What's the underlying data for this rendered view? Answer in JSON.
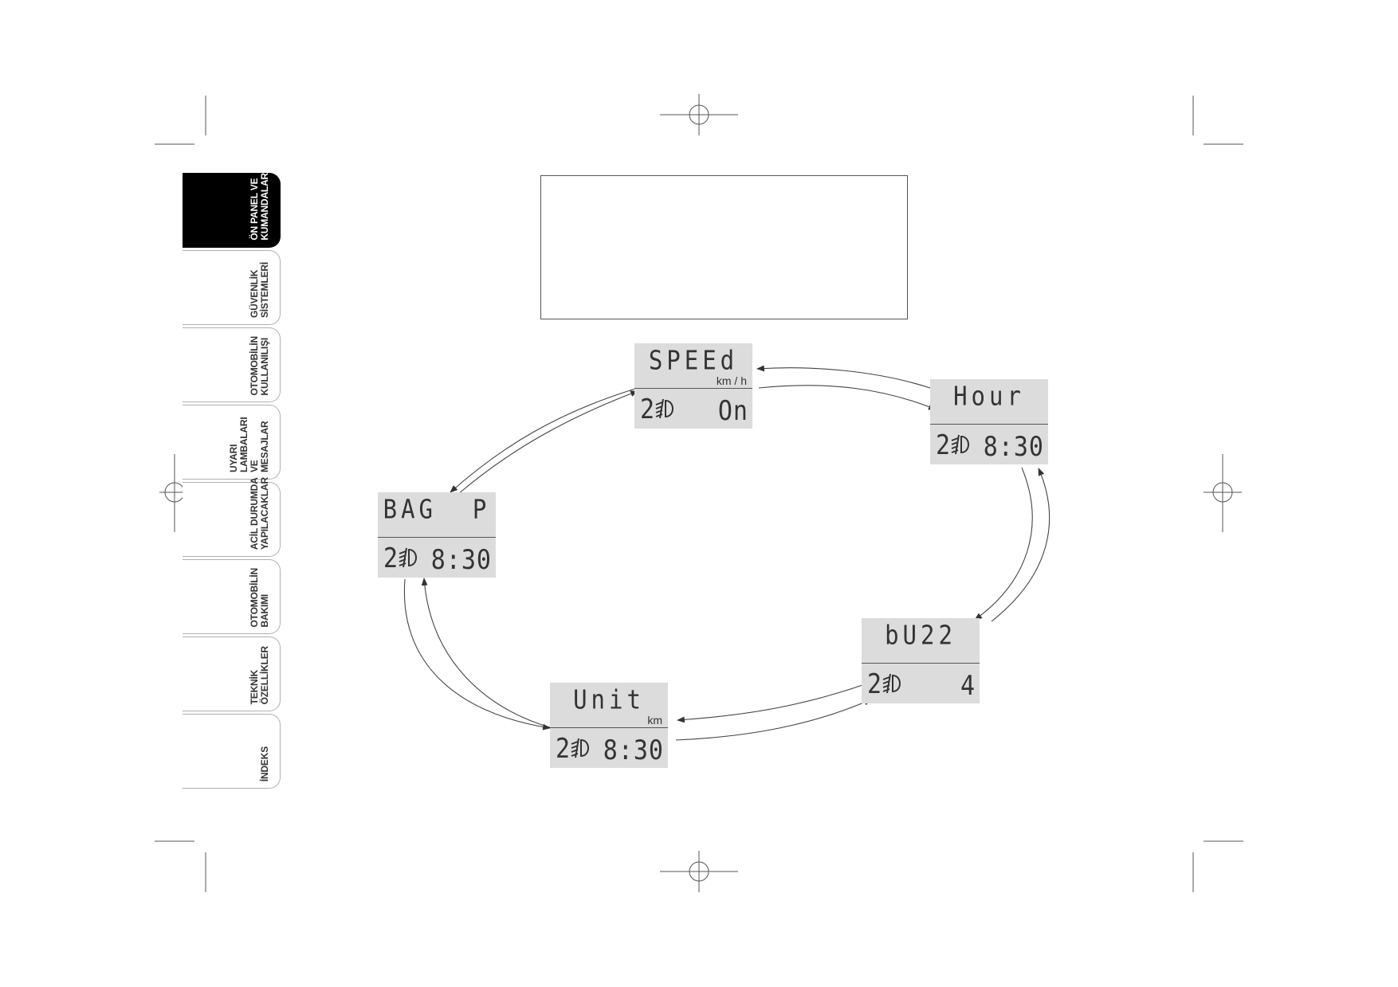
{
  "side_tabs": [
    {
      "label": "ÖN PANEL VE\nKUMANDALAR",
      "active": true
    },
    {
      "label": "GÜVENLİK\nSİSTEMLERİ",
      "active": false
    },
    {
      "label": "OTOMOBİLİN\nKULLANILIŞI",
      "active": false
    },
    {
      "label": "UYARI\nLAMBALARI VE\nMESAJLAR",
      "active": false
    },
    {
      "label": "ACİL DURUMDA\nYAPILACAKLAR",
      "active": false
    },
    {
      "label": "OTOMOBİLİN\nBAKIMI",
      "active": false
    },
    {
      "label": "TEKNİK\nÖZELLİKLER",
      "active": false
    },
    {
      "label": "İNDEKS",
      "active": false
    }
  ],
  "displays": {
    "speed": {
      "title": "SPEEd",
      "unit": "km / h",
      "gear": "2",
      "value": "On"
    },
    "hour": {
      "title": "Hour",
      "unit": "",
      "gear": "2",
      "value": "8:30"
    },
    "buzz": {
      "title": "bU22",
      "unit": "",
      "gear": "2",
      "value": "4"
    },
    "unit": {
      "title": "Unit",
      "unit": "km",
      "gear": "2",
      "value": "8:30"
    },
    "bag": {
      "title": "BAG  P",
      "unit": "",
      "gear": "2",
      "value": "8:30"
    }
  },
  "icons": {
    "registration_mark": "crosshair-circle-icon",
    "lamp": "headlamp-leveling-icon"
  },
  "colors": {
    "lcd_background": "#dcdcdc",
    "active_tab": "#000000",
    "line": "#444444"
  }
}
